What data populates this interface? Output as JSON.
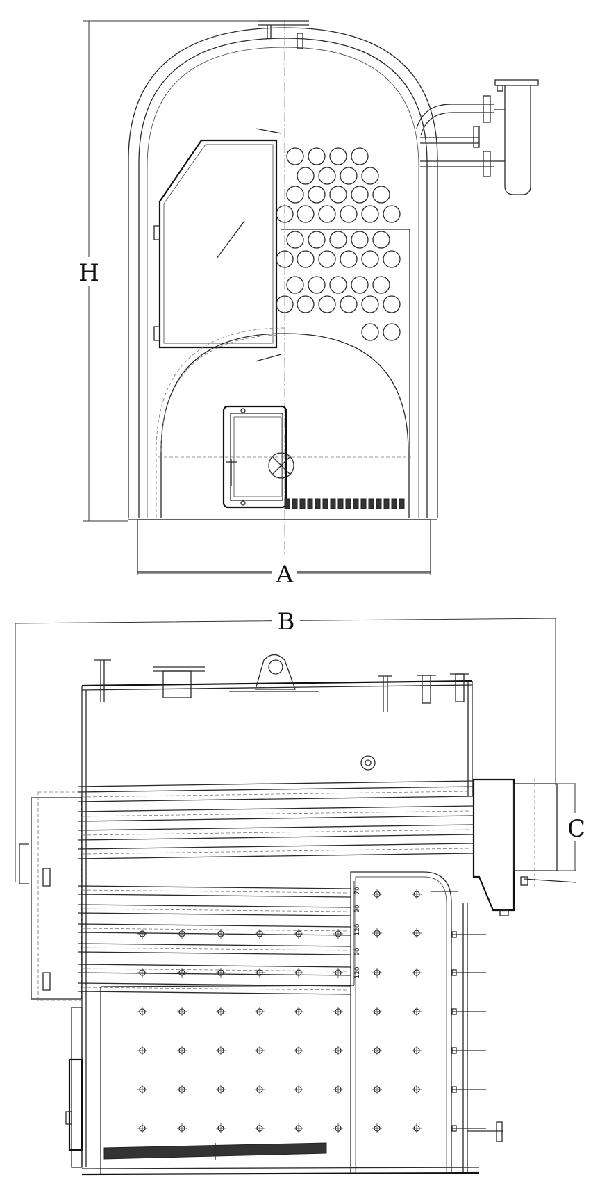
{
  "labels": {
    "height": "H",
    "width": "A",
    "length": "B",
    "flue": "C"
  },
  "tube_spacings": [
    "70",
    "90",
    "120",
    "90",
    "120"
  ],
  "colors": {
    "line": "#2a2a2a",
    "background": "#ffffff"
  }
}
